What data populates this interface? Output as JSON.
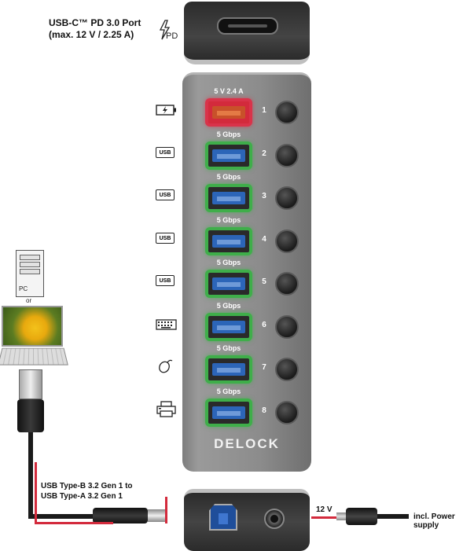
{
  "top_port_label": {
    "line1": "USB-C™ PD 3.0 Port",
    "line2": "(max. 12 V / 2.25 A)",
    "pd_symbol": "PD"
  },
  "ports": [
    {
      "number": "1",
      "speed": "5 V 2.4 A",
      "icon": "battery-charge-icon",
      "color": "#d9334a"
    },
    {
      "number": "2",
      "speed": "5 Gbps",
      "icon": "usb-drive-icon",
      "color": "#3fae4a"
    },
    {
      "number": "3",
      "speed": "5 Gbps",
      "icon": "usb-drive-icon",
      "color": "#3fae4a"
    },
    {
      "number": "4",
      "speed": "5 Gbps",
      "icon": "usb-drive-icon",
      "color": "#3fae4a"
    },
    {
      "number": "5",
      "speed": "5 Gbps",
      "icon": "usb-drive-icon",
      "color": "#3fae4a"
    },
    {
      "number": "6",
      "speed": "5 Gbps",
      "icon": "keyboard-icon",
      "color": "#3fae4a"
    },
    {
      "number": "7",
      "speed": "5 Gbps",
      "icon": "mouse-icon",
      "color": "#3fae4a"
    },
    {
      "number": "8",
      "speed": "5 Gbps",
      "icon": "printer-icon",
      "color": "#3fae4a"
    }
  ],
  "usb_icon_text": "USB",
  "brand": "DELOCK",
  "host": {
    "pc_label": "PC",
    "or_label": "or"
  },
  "cable_label": {
    "line1": "USB Type-B 3.2 Gen 1 to",
    "line2": "USB Type-A 3.2 Gen 1"
  },
  "power": {
    "voltage": "12 V",
    "label": "incl. Power supply"
  }
}
